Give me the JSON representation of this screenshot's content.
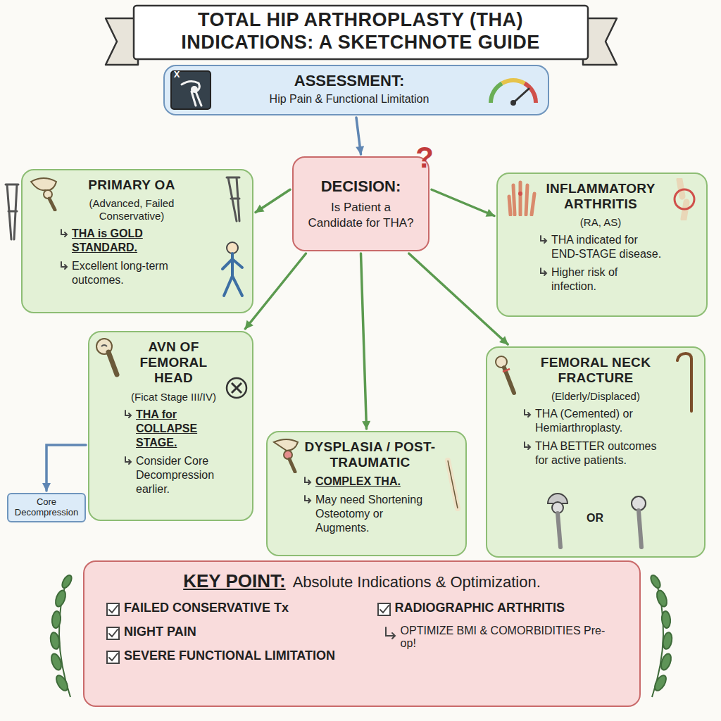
{
  "diagram": {
    "title": "TOTAL HIP ARTHROPLASTY (THA) INDICATIONS: A SKETCHNOTE GUIDE",
    "nodes": [
      {
        "text": [
          "ASSESSMENT:",
          "Hip Pain & Functional Limitation"
        ]
      },
      {
        "text": [
          "PRIMARY OA",
          "(Advanced, Failed Conservative)",
          "THA is GOLD STANDARD.",
          "Excellent long-term outcomes."
        ]
      },
      {
        "text": [
          "DECISION:",
          "Is Patient a Candidate for THA?"
        ]
      },
      {
        "text": [
          "INFLAMMATORY ARTHRITIS",
          "(RA, AS)",
          "THA indicated for END-STAGE disease.",
          "Higher risk of infection."
        ]
      },
      {
        "text": [
          "AVN OF FEMORAL HEAD",
          "(Ficat Stage III/IV)",
          "THA for COLLAPSE STAGE.",
          "Consider Core Decompression earlier."
        ]
      },
      {
        "text": [
          "Core Decompression"
        ]
      },
      {
        "text": [
          "DYSPLASIA / POST-TRAUMATIC",
          "COMPLEX THA.",
          "May need Shortening Osteotomy or Augments."
        ]
      },
      {
        "text": [
          "FEMORAL NECK FRACTURE",
          "(Elderly/Displaced)",
          "THA (Cemented) or Hemiarthroplasty.",
          "THA BETTER outcomes for active patients."
        ]
      },
      {
        "text": [
          "KEY POINT:",
          "Absolute Indications & Optimization.",
          "FAILED CONSERVATIVE Tx",
          "NIGHT PAIN",
          "SEVERE FUNCTIONAL LIMITATION",
          "RADIOGRAPHIC ARTHRITIS",
          "OPTIMIZE BMI & COMORBIDITIES Pre-op!"
        ]
      }
    ],
    "edges": [
      {
        "from": 0,
        "to": 2,
        "arrow": "to"
      },
      {
        "from": 2,
        "to": 1,
        "arrow": "to"
      },
      {
        "from": 2,
        "to": 3,
        "arrow": "to"
      },
      {
        "from": 2,
        "to": 4,
        "arrow": "to"
      },
      {
        "from": 2,
        "to": 6,
        "arrow": "to"
      },
      {
        "from": 2,
        "to": 7,
        "arrow": "to"
      },
      {
        "from": 4,
        "to": 5,
        "arrow": "to"
      }
    ],
    "labels": [
      "X",
      "?",
      "OR"
    ]
  }
}
